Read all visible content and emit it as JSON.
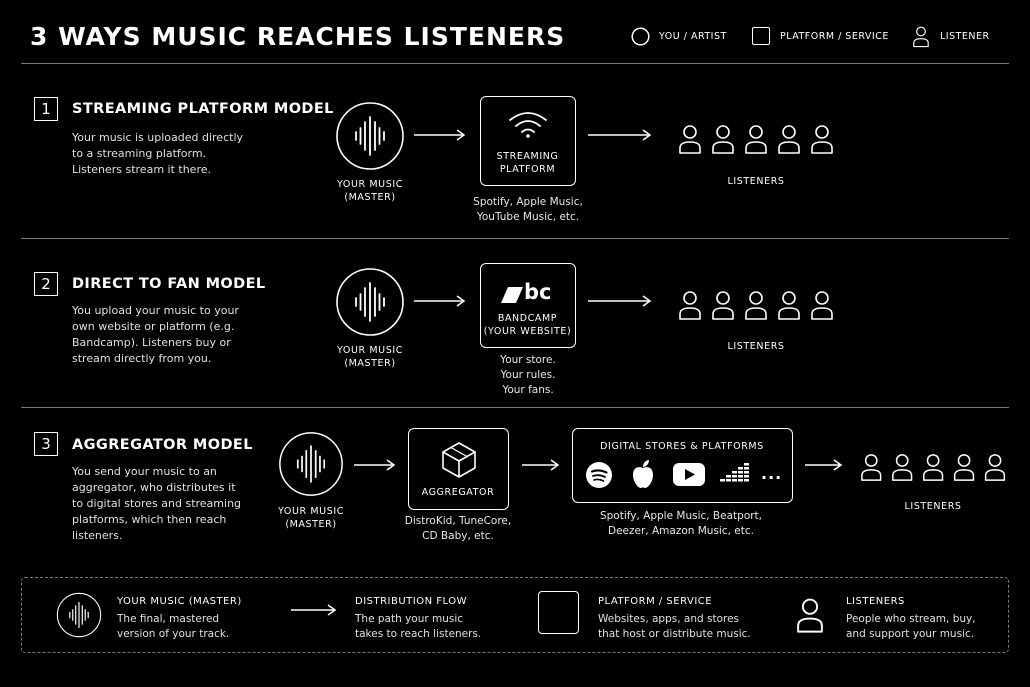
{
  "title": "3 WAYS MUSIC REACHES LISTENERS",
  "header_legend": {
    "you_artist": "YOU / ARTIST",
    "platform_service": "PLATFORM / SERVICE",
    "listener": "LISTENER"
  },
  "sections": [
    {
      "number": "1",
      "title": "STREAMING PLATFORM MODEL",
      "description": [
        "Your music is uploaded directly",
        "to a streaming platform.",
        "Listeners stream it there."
      ],
      "music_caption": [
        "YOUR MUSIC",
        "(MASTER)"
      ],
      "platform_label": [
        "STREAMING",
        "PLATFORM"
      ],
      "platform_icon": "wifi-icon",
      "platform_note": [
        "Spotify, Apple Music,",
        "YouTube Music, etc."
      ],
      "listeners_label": "LISTENERS"
    },
    {
      "number": "2",
      "title": "DIRECT TO FAN MODEL",
      "description": [
        "You upload your music to your",
        "own website or platform (e.g.",
        "Bandcamp). Listeners buy or",
        "stream directly from you."
      ],
      "music_caption": [
        "YOUR MUSIC",
        "(MASTER)"
      ],
      "platform_logo_text": "bc",
      "platform_label": [
        "BANDCAMP",
        "(YOUR WEBSITE)"
      ],
      "platform_icon": "bandcamp-logo-icon",
      "platform_note": [
        "Your store.",
        "Your rules.",
        "Your fans."
      ],
      "listeners_label": "LISTENERS"
    },
    {
      "number": "3",
      "title": "AGGREGATOR MODEL",
      "description": [
        "You send your music to an",
        "aggregator, who distributes it",
        "to digital stores and streaming",
        "platforms, which then reach",
        "listeners."
      ],
      "music_caption": [
        "YOUR MUSIC",
        "(MASTER)"
      ],
      "aggregator_label": "AGGREGATOR",
      "aggregator_icon": "cube-icon",
      "aggregator_note": [
        "DistroKid, TuneCore,",
        "CD Baby, etc."
      ],
      "stores_title": "DIGITAL STORES & PLATFORMS",
      "stores_icons": [
        "spotify-icon",
        "apple-icon",
        "youtube-icon",
        "deezer-icon",
        "more-icon"
      ],
      "stores_more": "...",
      "stores_note": [
        "Spotify, Apple Music, Beatport,",
        "Deezer, Amazon Music, etc."
      ],
      "listeners_label": "LISTENERS"
    }
  ],
  "bottom_legend": [
    {
      "title": "YOUR MUSIC (MASTER)",
      "desc": [
        "The final, mastered",
        "version of your track."
      ]
    },
    {
      "title": "DISTRIBUTION FLOW",
      "desc": [
        "The path your music",
        "takes to reach listeners."
      ]
    },
    {
      "title": "PLATFORM / SERVICE",
      "desc": [
        "Websites, apps, and stores",
        "that host or distribute music."
      ]
    },
    {
      "title": "LISTENERS",
      "desc": [
        "People who stream, buy,",
        "and support your music."
      ]
    }
  ],
  "colors": {
    "background": "#000000",
    "foreground": "#ffffff",
    "rule": "#7a7a7a"
  }
}
